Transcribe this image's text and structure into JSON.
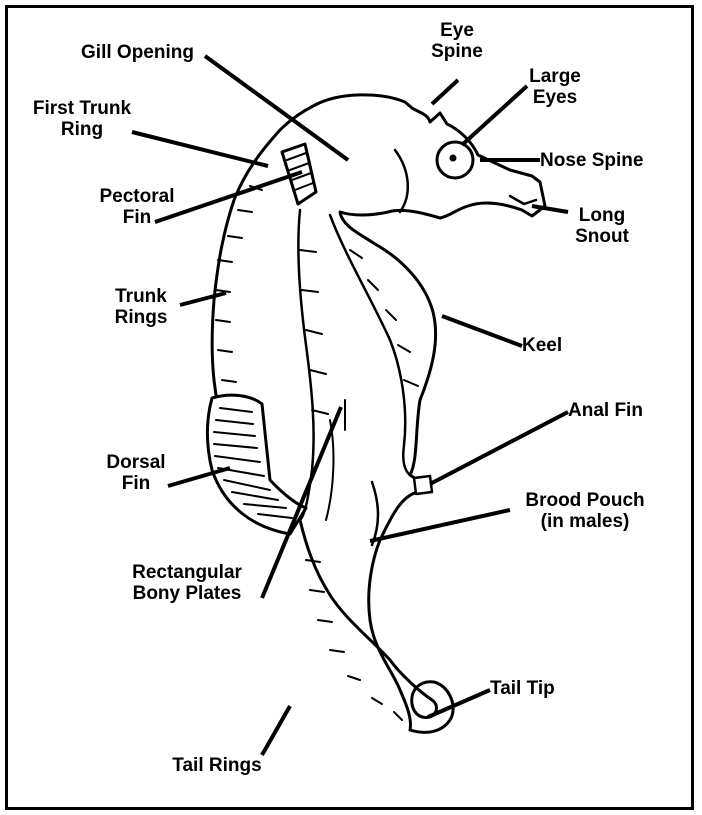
{
  "labels": {
    "gill_opening": "Gill Opening",
    "eye_spine": "Eye\nSpine",
    "large_eyes": "Large\nEyes",
    "first_trunk_ring": "First Trunk\nRing",
    "nose_spine": "Nose Spine",
    "pectoral_fin": "Pectoral\nFin",
    "long_snout": "Long\nSnout",
    "trunk_rings": "Trunk\nRings",
    "keel": "Keel",
    "anal_fin": "Anal Fin",
    "dorsal_fin": "Dorsal\nFin",
    "brood_pouch": "Brood Pouch\n(in males)",
    "rectangular_bony_plates": "Rectangular\nBony Plates",
    "tail_tip": "Tail Tip",
    "tail_rings": "Tail Rings"
  },
  "colors": {
    "ink": "#000000",
    "paper": "#ffffff"
  }
}
